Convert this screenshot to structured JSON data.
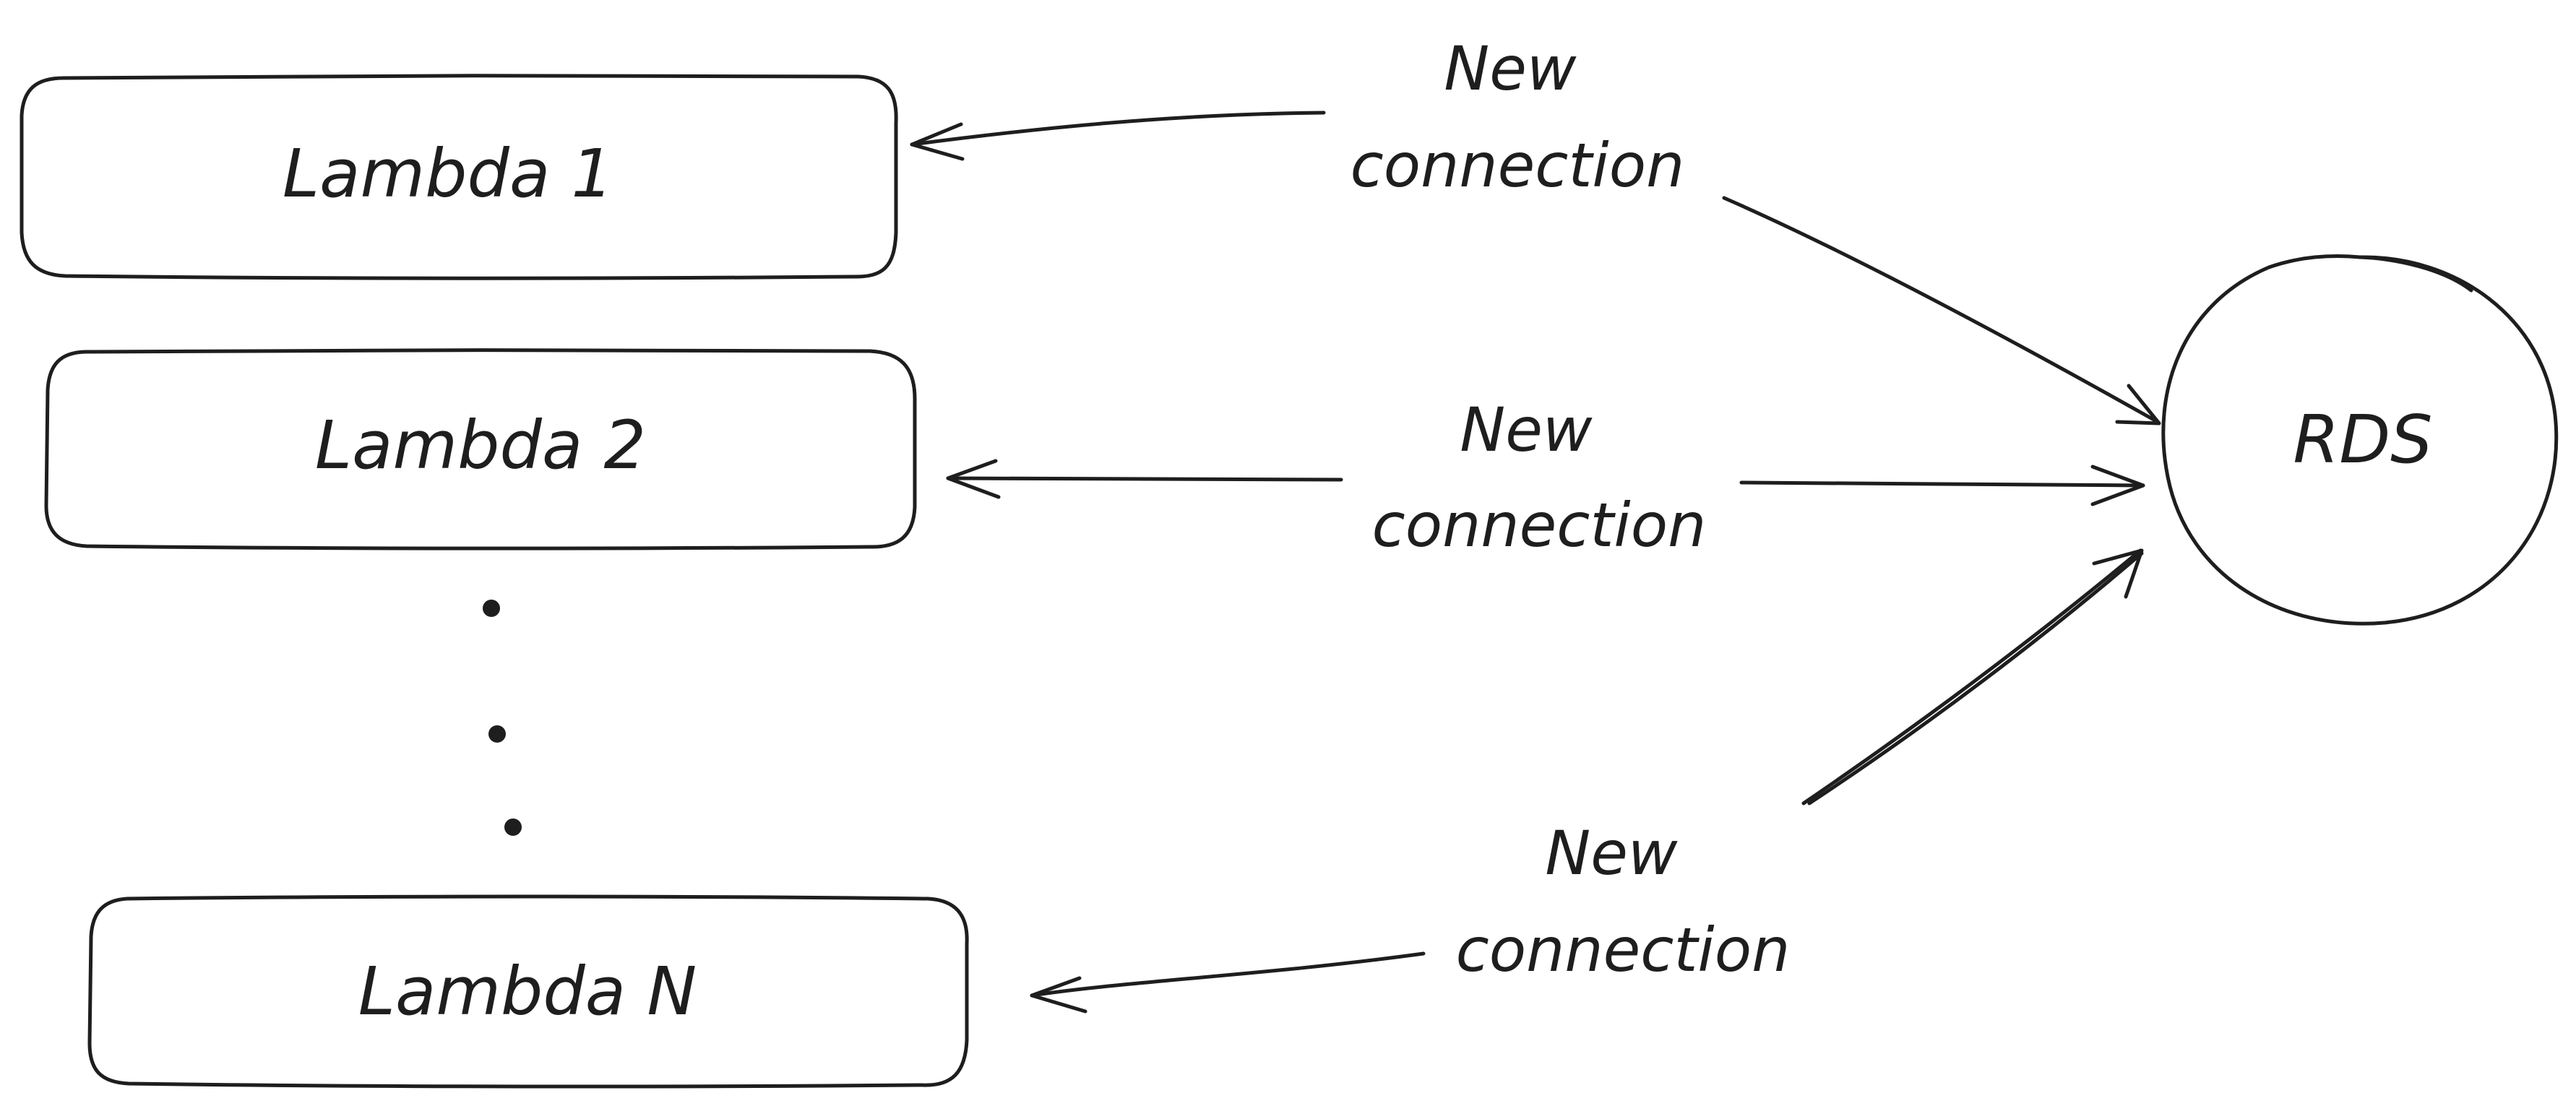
{
  "nodes": {
    "lambda1": "Lambda 1",
    "lambda2": "Lambda 2",
    "lambdaN": "Lambda N",
    "rds": "RDS"
  },
  "edges": [
    {
      "from": "RDS",
      "to": "Lambda 1",
      "label_line1": "New",
      "label_line2": "connection"
    },
    {
      "from": "RDS",
      "to": "Lambda 2",
      "label_line1": "New",
      "label_line2": "connection"
    },
    {
      "from": "RDS",
      "to": "Lambda N",
      "label_line1": "New",
      "label_line2": "connection"
    }
  ],
  "colors": {
    "stroke": "#1e1e1e",
    "background": "#ffffff"
  }
}
